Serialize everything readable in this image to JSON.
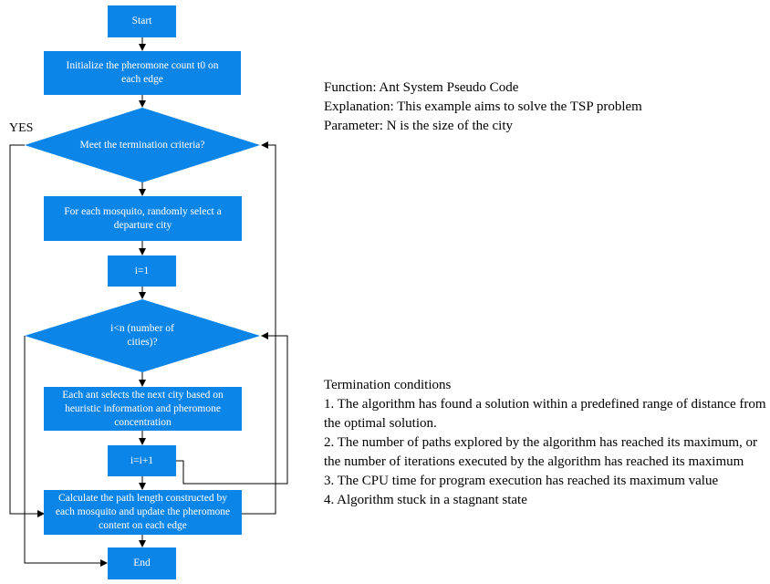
{
  "flowchart": {
    "start": "Start",
    "init": "Initialize the pheromone count t0 on each edge",
    "condition1": "Meet the termination criteria?",
    "yes_label": "YES",
    "select_departure": "For each mosquito, randomly select a departure city",
    "i_init": "i=1",
    "condition2": "i<n (number of cities)?",
    "select_next": "Each ant selects the next city based on heuristic information and pheromone concentration",
    "i_increment": "i=i+1",
    "calculate": "Calculate the path length constructed by each mosquito and update the pheromone content on each edge",
    "end": "End"
  },
  "colors": {
    "node_fill": "#0b85e8",
    "node_text": "#ffffff",
    "line": "#000000"
  },
  "description": {
    "function": "Function: Ant System Pseudo Code",
    "explanation": "Explanation: This example aims to solve the TSP problem",
    "parameter": "Parameter: N is the size of the city"
  },
  "termination": {
    "title": "Termination conditions",
    "items": [
      "1. The algorithm has found a solution within a predefined range of distance from the optimal solution.",
      "2. The number of paths explored by the algorithm has reached its maximum, or the number of iterations executed by the algorithm has reached its maximum",
      "3. The CPU time for program execution has reached its maximum value",
      "4. Algorithm stuck in a stagnant state"
    ]
  }
}
